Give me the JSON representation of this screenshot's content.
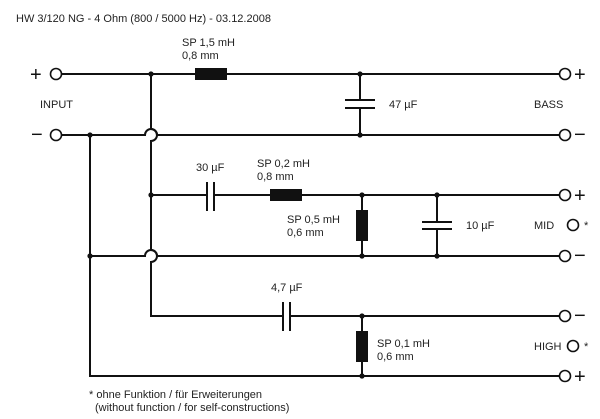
{
  "title": "HW 3/120 NG - 4 Ohm  (800 / 5000 Hz)   -  03.12.2008",
  "terminals": {
    "input_label": "INPUT",
    "bass_label": "BASS",
    "mid_label": "MID",
    "high_label": "HIGH",
    "plus": "+",
    "minus": "−",
    "asterisk": "*"
  },
  "components": {
    "bass_coil": {
      "name": "SP 1,5 mH",
      "wire": "0,8 mm"
    },
    "bass_cap": {
      "value": "47 µF"
    },
    "mid_series_cap": {
      "value": "30 µF"
    },
    "mid_series_coil": {
      "name": "SP 0,2 mH",
      "wire": "0,8 mm"
    },
    "mid_shunt_coil": {
      "name": "SP 0,5 mH",
      "wire": "0,6 mm"
    },
    "mid_shunt_cap": {
      "value": "10 µF"
    },
    "high_cap": {
      "value": "4,7 µF"
    },
    "high_coil": {
      "name": "SP 0,1 mH",
      "wire": "0,6 mm"
    }
  },
  "footnote": {
    "line1": "* ohne Funktion / für Erweiterungen",
    "line2": "(without function / for self-constructions)"
  }
}
